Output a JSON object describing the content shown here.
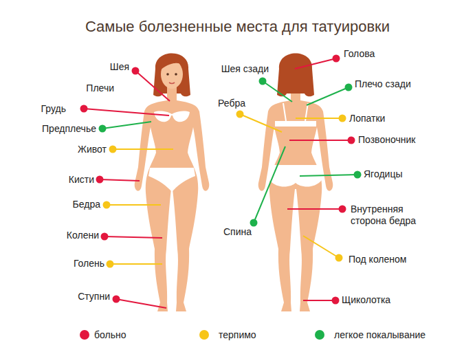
{
  "diagram": {
    "title": "Самые болезненные места для татуировки",
    "labels": [
      "Шея",
      "Плечи",
      "Грудь",
      "Предплечье",
      "Живот",
      "Кисти",
      "Бедра",
      "Колени",
      "Голень",
      "Ступни",
      "Голова",
      "Шея сзади",
      "Плечо сзади",
      "Ребра",
      "Лопатки",
      "Позвоночник",
      "Ягодицы",
      "Спина",
      "Внутренняя сторона бедра",
      "Под коленом",
      "Щиколотка"
    ],
    "legend": [
      {
        "text": "больно",
        "color": "#e3173e"
      },
      {
        "text": "терпимо",
        "color": "#f7c519"
      },
      {
        "text": "легкое покалывание",
        "color": "#1db14b"
      }
    ]
  }
}
